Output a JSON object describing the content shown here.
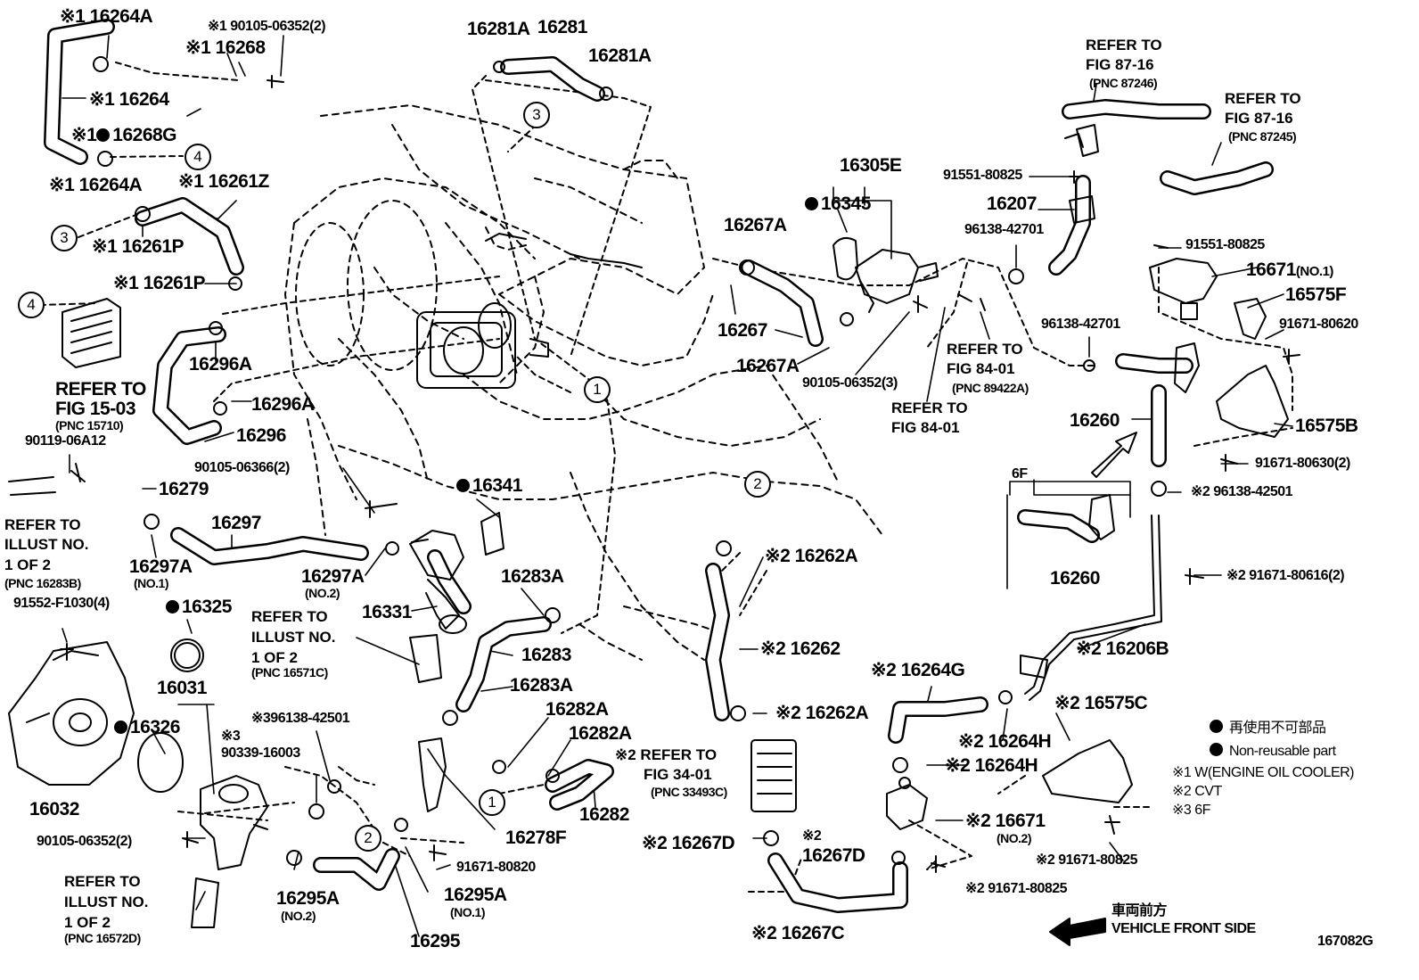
{
  "labels": {
    "p16264A_top": "※1 16264A",
    "p90105_06352_2_top": "※1 90105-06352(2)",
    "p16268": "※1 16268",
    "p16264": "※1 16264",
    "p16268G": "16268G",
    "p16268G_mark": "※1",
    "p16264A_bot": "※1 16264A",
    "p16261Z": "※1 16261Z",
    "p16261P_a": "※1 16261P",
    "p16261P_b": "※1 16261P",
    "p16281A_l": "16281A",
    "p16281": "16281",
    "p16281A_r": "16281A",
    "p16296A_a": "16296A",
    "p16296A_b": "16296A",
    "p16296": "16296",
    "ref_15_03_a": "REFER TO",
    "ref_15_03_b": "FIG 15-03",
    "ref_15_03_c": "(PNC 15710)",
    "p90119": "90119-06A12",
    "p16279": "16279",
    "ref_16283B_a": "REFER TO",
    "ref_16283B_b": "ILLUST NO.",
    "ref_16283B_c": "1 OF 2",
    "ref_16283B_d": "(PNC 16283B)",
    "p90105_06366": "90105-06366(2)",
    "p16341": "16341",
    "p16297": "16297",
    "p16297A_1": "16297A",
    "p16297A_1n": "(NO.1)",
    "p16297A_2": "16297A",
    "p16297A_2n": "(NO.2)",
    "p16331": "16331",
    "p16283A_a": "16283A",
    "p16283": "16283",
    "p16283A_b": "16283A",
    "p91552": "91552-F1030(4)",
    "p16325": "16325",
    "ref_16571C_a": "REFER TO",
    "ref_16571C_b": "ILLUST NO.",
    "ref_16571C_c": "1 OF 2",
    "ref_16571C_d": "(PNC 16571C)",
    "p16031": "16031",
    "p16326": "16326",
    "p96138_42501_l": "※396138-42501",
    "p90339_mark": "※3",
    "p90339": "90339-16003",
    "p16032": "16032",
    "p90105_06352_2_bot": "90105-06352(2)",
    "ref_16572D_a": "REFER TO",
    "ref_16572D_b": "ILLUST NO.",
    "ref_16572D_c": "1 OF 2",
    "ref_16572D_d": "(PNC 16572D)",
    "p16295A_2": "16295A",
    "p16295A_2n": "(NO.2)",
    "p16295": "16295",
    "p16295A_1": "16295A",
    "p16295A_1n": "(NO.1)",
    "p91671_80820": "91671-80820",
    "p16278F": "16278F",
    "p16282A_a": "16282A",
    "p16282A_b": "16282A",
    "p16282": "16282",
    "ref_33493C_a": "※2 REFER TO",
    "ref_33493C_b": "FIG 34-01",
    "ref_33493C_c": "(PNC 33493C)",
    "p16262A_a": "※2 16262A",
    "p16262": "※2 16262",
    "p16262A_b": "※2 16262A",
    "p16267D_a": "※2 16267D",
    "p16267D_b_mark": "※2",
    "p16267D_b": "16267D",
    "p16267C": "※2 16267C",
    "p16267A_a": "16267A",
    "p16267": "16267",
    "p16267A_b": "16267A",
    "p16345": "16345",
    "p16305E": "16305E",
    "p90105_06352_3": "90105-06352(3)",
    "ref_89422A_a": "REFER TO",
    "ref_89422A_b": "FIG 84-01",
    "ref_89422A_c": "(PNC 89422A)",
    "ref_84_01_a": "REFER TO",
    "ref_84_01_b": "FIG 84-01",
    "p91551_a": "91551-80825",
    "p16207": "16207",
    "p96138_42701_a": "96138-42701",
    "ref_87246_a": "REFER TO",
    "ref_87246_b": "FIG 87-16",
    "ref_87246_c": "(PNC 87246)",
    "ref_87245_a": "REFER TO",
    "ref_87245_b": "FIG 87-16",
    "ref_87245_c": "(PNC 87245)",
    "p91551_b": "91551-80825",
    "p16671_1": "16671",
    "p16671_1n": "(NO.1)",
    "p16575F": "16575F",
    "p91671_80620": "91671-80620",
    "p96138_42701_b": "96138-42701",
    "p16260_a": "16260",
    "p16575B": "16575B",
    "p91671_80630": "91671-80630(2)",
    "p6F": "6F",
    "p96138_42501_r": "※2 96138-42501",
    "p16260_b": "16260",
    "p91671_80616": "※2 91671-80616(2)",
    "p16206B": "※2 16206B",
    "p16264G": "※2 16264G",
    "p16264H_a": "※2 16264H",
    "p16264H_b": "※2 16264H",
    "p16575C": "※2 16575C",
    "p16671_2": "※2 16671",
    "p16671_2n": "(NO.2)",
    "p91671_80825_a": "※2 91671-80825",
    "p91671_80825_b": "※2 91671-80825",
    "front_jp": "車両前方",
    "front_en": "VEHICLE FRONT SIDE",
    "fig_no": "167082G"
  },
  "circles": {
    "c1a": "1",
    "c1b": "1",
    "c2a": "2",
    "c2b": "2",
    "c3a": "3",
    "c3b": "3",
    "c4a": "4",
    "c4b": "4"
  },
  "legend": {
    "jp": "再使用不可部品",
    "en": "Non-reusable part",
    "n1": "※1  W(ENGINE OIL COOLER)",
    "n2": "※2 CVT",
    "n3": "※3 6F"
  }
}
